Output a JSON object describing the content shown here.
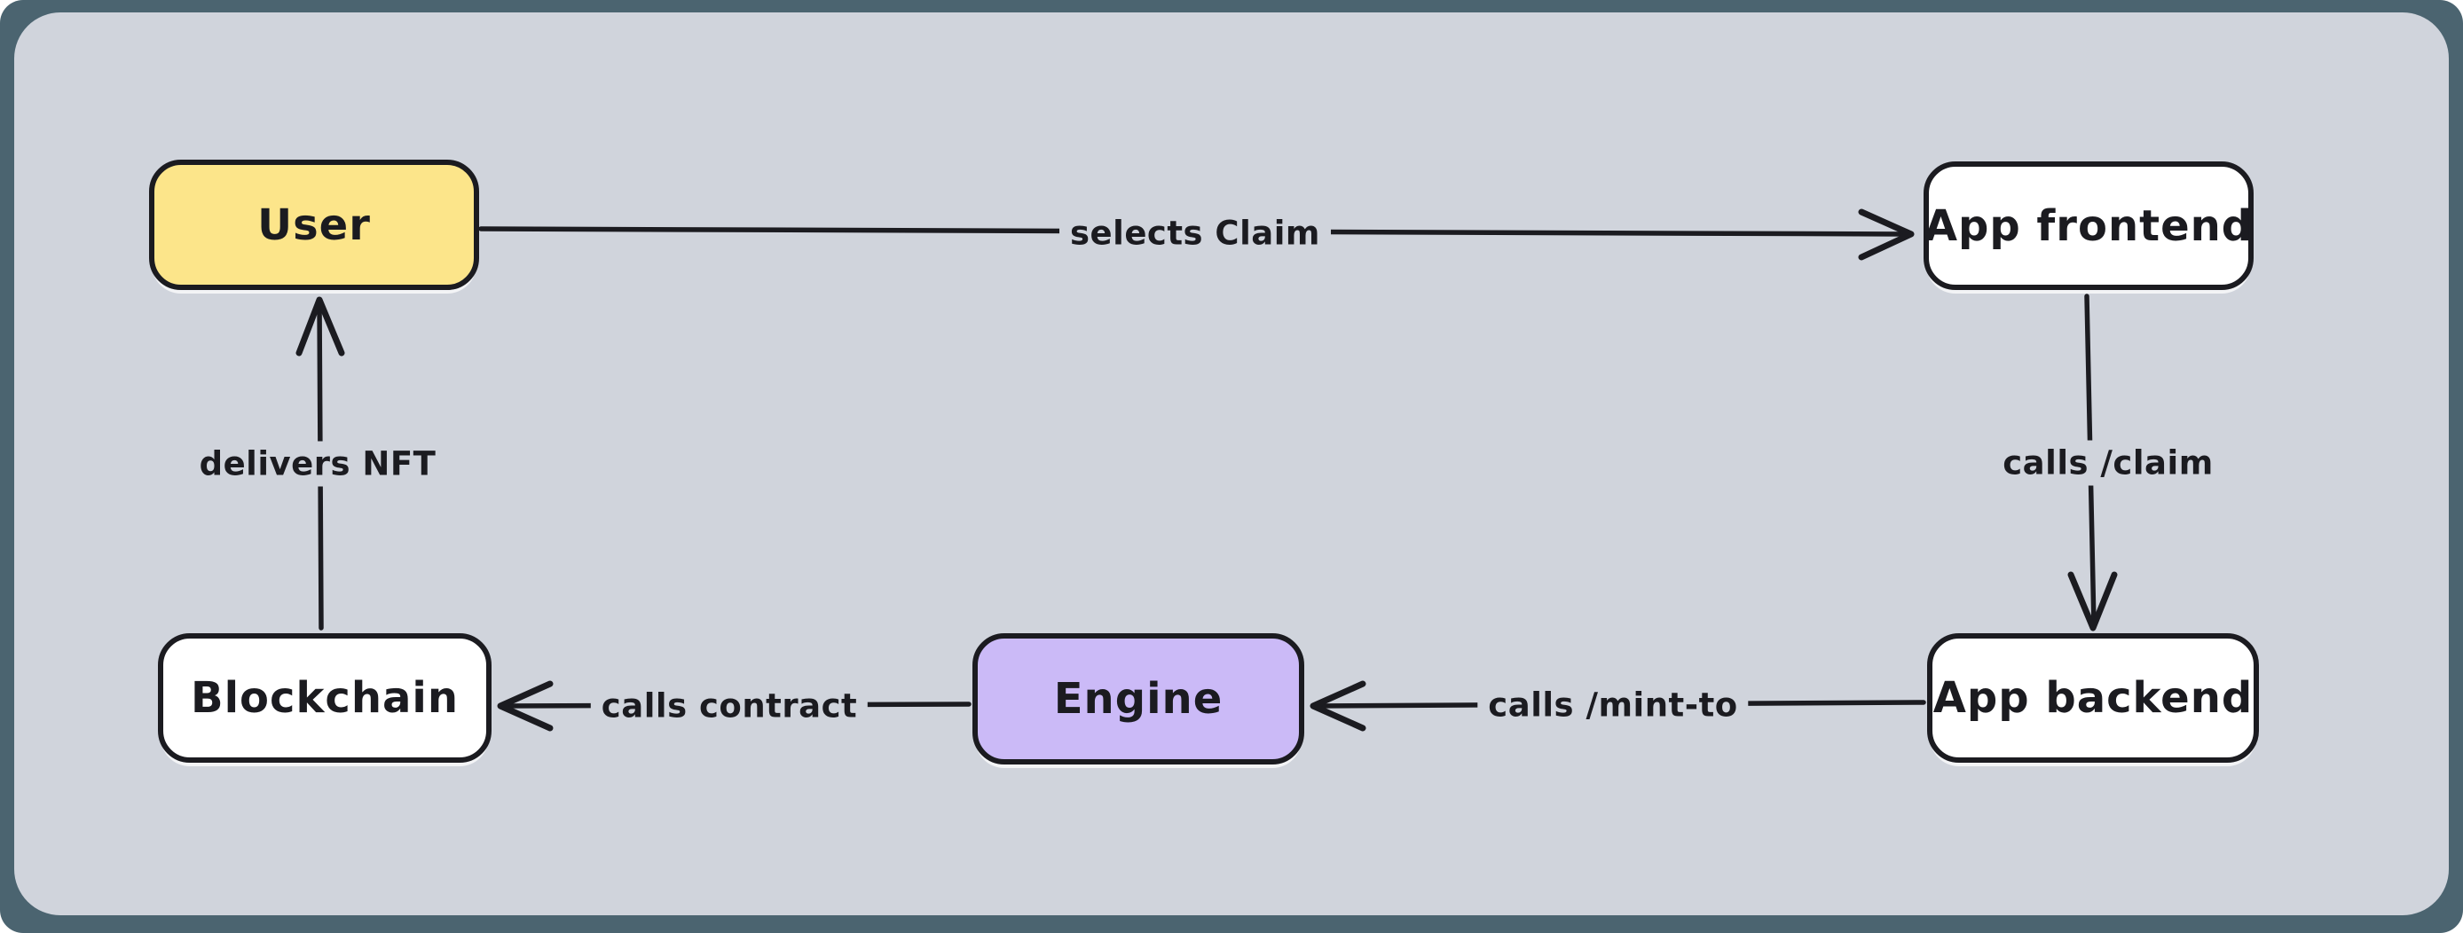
{
  "canvas": {
    "outer_background": "#4B6470",
    "inner_background": "#D0D4DC",
    "stroke": "#1B1B20"
  },
  "nodes": [
    {
      "id": "user",
      "label": "User",
      "fill": "#FCE58A"
    },
    {
      "id": "app-frontend",
      "label": "App frontend",
      "fill": "#FFFFFF"
    },
    {
      "id": "app-backend",
      "label": "App backend",
      "fill": "#FFFFFF"
    },
    {
      "id": "engine",
      "label": "Engine",
      "fill": "#CBBAF7"
    },
    {
      "id": "blockchain",
      "label": "Blockchain",
      "fill": "#FFFFFF"
    }
  ],
  "edges": [
    {
      "id": "selects-claim",
      "label": "selects Claim",
      "from": "User",
      "to": "App frontend",
      "direction": "right"
    },
    {
      "id": "calls-claim",
      "label": "calls /claim",
      "from": "App frontend",
      "to": "App backend",
      "direction": "down"
    },
    {
      "id": "calls-mint-to",
      "label": "calls /mint-to",
      "from": "App backend",
      "to": "Engine",
      "direction": "left"
    },
    {
      "id": "calls-contract",
      "label": "calls contract",
      "from": "Engine",
      "to": "Blockchain",
      "direction": "left"
    },
    {
      "id": "delivers-nft",
      "label": "delivers NFT",
      "from": "Blockchain",
      "to": "User",
      "direction": "up"
    }
  ]
}
